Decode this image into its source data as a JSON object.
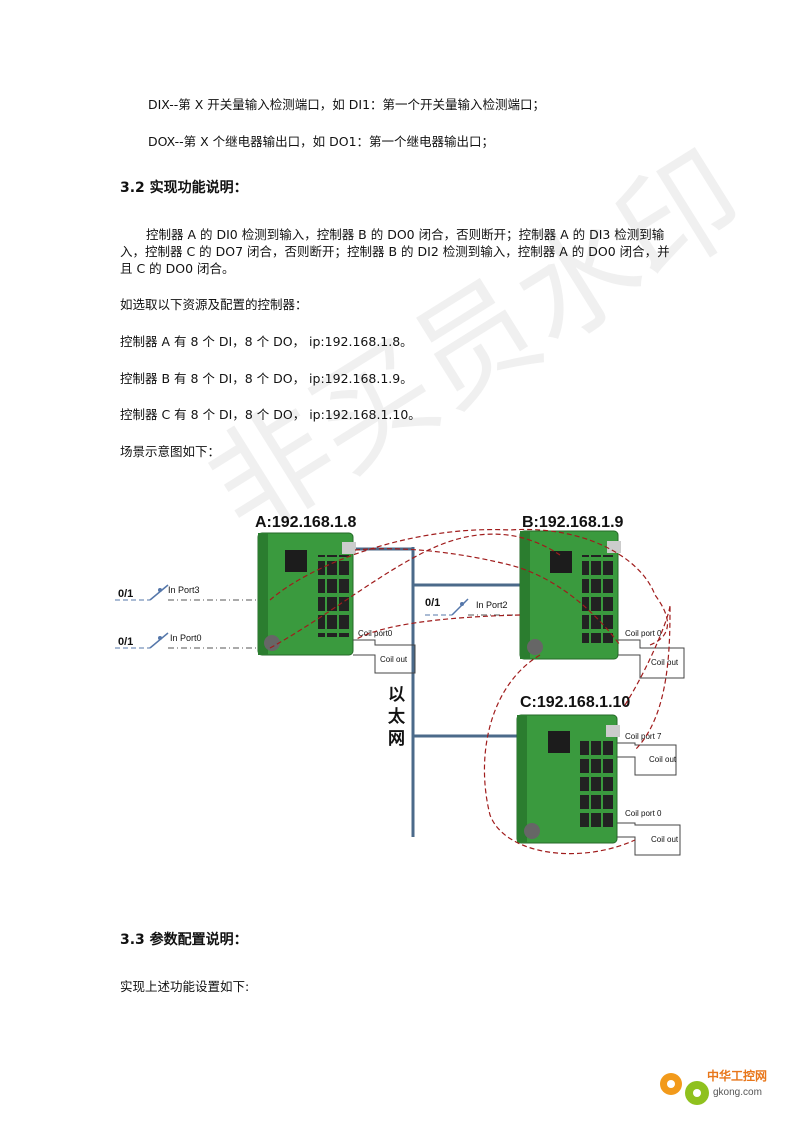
{
  "lines": {
    "dix": "DIX--第 X 开关量输入检测端口，如 DI1：第一个开关量输入检测端口；",
    "dox": "DOX--第 X 个继电器输出口，如 DO1：第一个继电器输出口；"
  },
  "section_3_2": {
    "title": "3.2 实现功能说明：",
    "paragraph": "控制器 A 的 DI0 检测到输入，控制器 B 的 DO0 闭合，否则断开；控制器 A 的 DI3 检测到输入，控制器 C 的 DO7 闭合，否则断开；控制器 B 的 DI2 检测到输入，控制器 A 的 DO0 闭合，并且 C 的 DO0 闭合。",
    "intro": "如选取以下资源及配置的控制器：",
    "controller_a": "控制器 A 有 8 个 DI，8 个 DO， ip:192.168.1.8。",
    "controller_b": "控制器 B 有 8 个 DI，8 个 DO， ip:192.168.1.9。",
    "controller_c": "控制器 C 有 8 个 DI，8 个 DO， ip:192.168.1.10。",
    "scene": "场景示意图如下："
  },
  "diagram": {
    "board_a_label": "A:192.168.1.8",
    "board_b_label": "B:192.168.1.9",
    "board_c_label": "C:192.168.1.10",
    "input_port3": "In Port3",
    "input_port0": "In Port0",
    "input_port2": "In Port2",
    "switch_value": "0/1",
    "coil_port0_a": "Coil port0",
    "coil_out": "Coil out",
    "coil_port0_b": "Coil port 0",
    "coil_port7_c": "Coil port 7",
    "coil_port0_c": "Coil port 0",
    "ethernet": [
      "以",
      "太",
      "网"
    ],
    "colors": {
      "board": "#3a9a3e",
      "bus": "#4b6a8a",
      "link": "#a01c1c"
    }
  },
  "section_3_3": {
    "title": "3.3 参数配置说明：",
    "text": "实现上述功能设置如下:"
  },
  "watermark": "非买员水印",
  "logo": {
    "name": "中华工控网",
    "url_text": "gkong.com"
  }
}
